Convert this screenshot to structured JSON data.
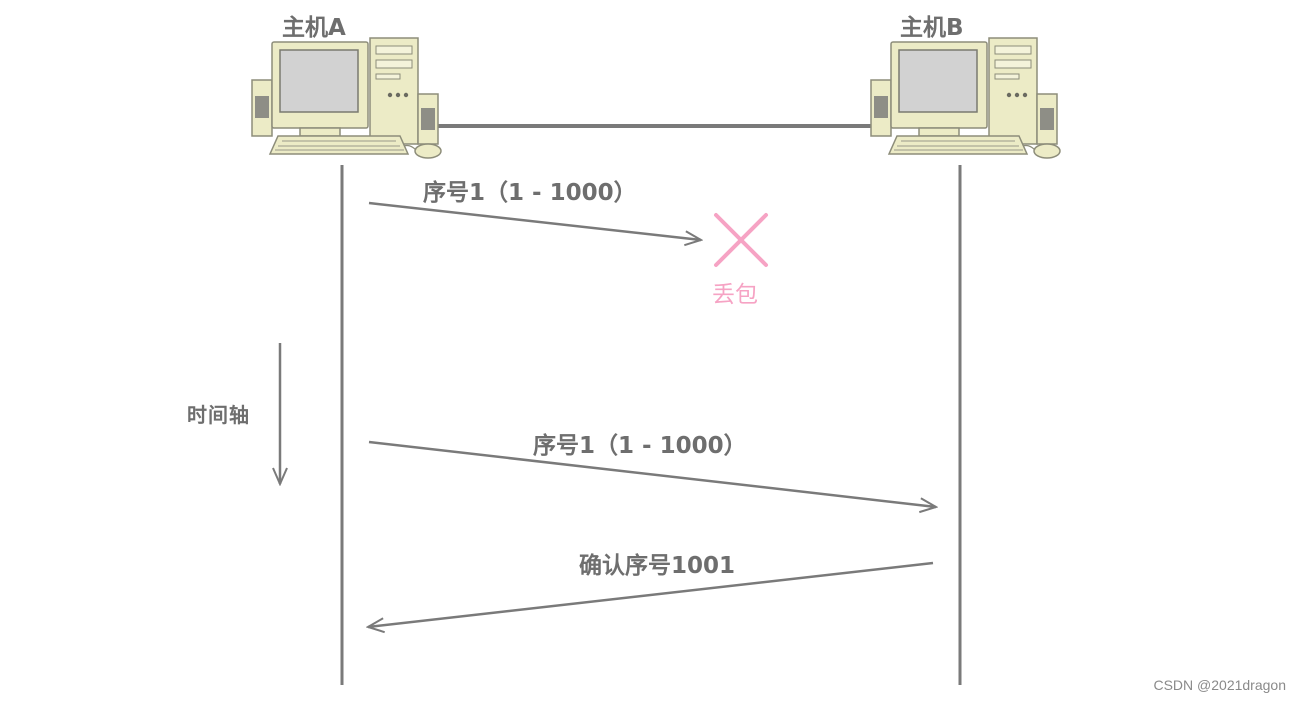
{
  "hosts": {
    "a": {
      "label": "主机A"
    },
    "b": {
      "label": "主机B"
    }
  },
  "messages": [
    {
      "label": "序号1（1 - 1000）",
      "direction": "A→B",
      "lost": true
    },
    {
      "label": "序号1（1 - 1000）",
      "direction": "A→B",
      "lost": false
    },
    {
      "label": "确认序号1001",
      "direction": "B→A",
      "lost": false
    }
  ],
  "loss": {
    "label": "丢包",
    "icon": "cross-icon",
    "color": "#f6a3c4"
  },
  "time_axis": {
    "label": "时间轴"
  },
  "watermark": "CSDN @2021dragon",
  "colors": {
    "line": "#7a7a7a",
    "text": "#6e6e6e",
    "computer_body": "#ecebc6",
    "computer_outline": "#8d8d7a",
    "screen": "#d2d2d2"
  }
}
